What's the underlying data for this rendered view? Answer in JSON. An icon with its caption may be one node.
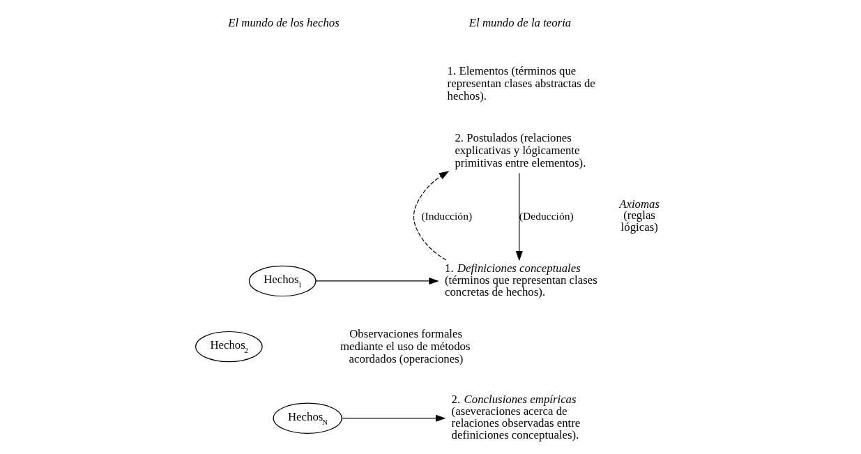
{
  "diagram": {
    "nodes": [
      {
        "text": [
          "Hechos$_{1}$"
        ]
      },
      {
        "text": [
          "Hechos$_{2}$"
        ]
      },
      {
        "text": [
          "Hechos$_{N}$"
        ]
      },
      {
        "text": [
          "1. Elementos (términos que representan clases abstractas de hechos)."
        ]
      },
      {
        "text": [
          "2. Postulados (relaciones explicativas y lógicamente primitivas entre elementos)."
        ]
      },
      {
        "text": [
          "1. *Definiciones conceptuales* (términos que representan clases concretas de hechos)."
        ]
      },
      {
        "text": [
          "2. *Conclusiones empíricas* (aseveraciones acerca de relaciones observadas entre definiciones conceptuales)."
        ]
      }
    ],
    "edges": [
      {
        "from": 5,
        "to": 4,
        "arrow": "to",
        "label": "(Inducción)",
        "style": "dashed"
      },
      {
        "from": 4,
        "to": 5,
        "arrow": "to",
        "label": "(Deducción)"
      },
      {
        "from": 0,
        "to": 5,
        "arrow": "to"
      },
      {
        "from": 2,
        "to": 6,
        "arrow": "to"
      }
    ],
    "labels": [
      "El mundo de los hechos",
      "El mundo de la teoria",
      "*Axiomas* (reglas lógicas)",
      "Observaciones formales mediante el uso de métodos acordados (operaciones)"
    ]
  }
}
